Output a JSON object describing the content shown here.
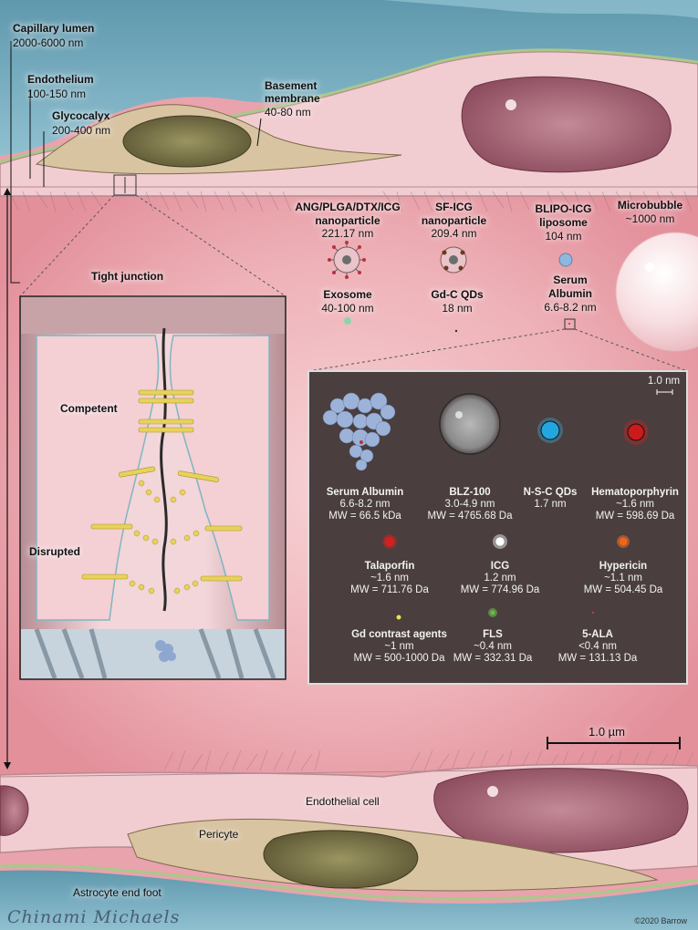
{
  "labels": {
    "capillary_lumen": {
      "title": "Capillary lumen",
      "size": "2000-6000 nm"
    },
    "endothelium": {
      "title": "Endothelium",
      "size": "100-150 nm"
    },
    "glycocalyx": {
      "title": "Glycocalyx",
      "size": "200-400 nm"
    },
    "basement_membrane": {
      "title1": "Basement",
      "title2": "membrane",
      "size": "40-80 nm"
    },
    "tight_junction": "Tight junction",
    "competent": "Competent",
    "disrupted": "Disrupted",
    "endothelial_cell": "Endothelial cell",
    "pericyte": "Pericyte",
    "astrocyte": "Astrocyte end foot",
    "scale_bar": "1.0 µm",
    "inset_scale": "1.0 nm",
    "signature": "Chinami Michaels",
    "copyright": "©2020 Barrow"
  },
  "nanoparticles": [
    {
      "name1": "ANG/PLGA/DTX/ICG",
      "name2": "nanoparticle",
      "size": "221.17 nm"
    },
    {
      "name1": "SF-ICG",
      "name2": "nanoparticle",
      "size": "209.4 nm"
    },
    {
      "name1": "BLIPO-ICG",
      "name2": "liposome",
      "size": "104 nm"
    },
    {
      "name1": "Microbubble",
      "size": "~1000 nm"
    },
    {
      "name1": "Exosome",
      "size": "40-100 nm"
    },
    {
      "name1": "Gd-C QDs",
      "size": "18 nm"
    },
    {
      "name1": "Serum",
      "name2": "Albumin",
      "size": "6.6-8.2 nm"
    }
  ],
  "inset_agents": [
    {
      "name": "Serum Albumin",
      "size": "6.6-8.2 nm",
      "mw": "MW = 66.5 kDa"
    },
    {
      "name": "BLZ-100",
      "size": "3.0-4.9 nm",
      "mw": "MW = 4765.68 Da"
    },
    {
      "name": "N-S-C QDs",
      "size": "1.7 nm"
    },
    {
      "name": "Hematoporphyrin",
      "size": "~1.6 nm",
      "mw": "MW = 598.69 Da"
    },
    {
      "name": "Talaporfin",
      "size": "~1.6 nm",
      "mw": "MW = 711.76 Da"
    },
    {
      "name": "ICG",
      "size": "1.2 nm",
      "mw": "MW = 774.96 Da"
    },
    {
      "name": "Hypericin",
      "size": "~1.1 nm",
      "mw": "MW = 504.45 Da"
    },
    {
      "name": "Gd contrast agents",
      "size": "~1 nm",
      "mw": "MW = 500-1000 Da"
    },
    {
      "name": "FLS",
      "size": "~0.4 nm",
      "mw": "MW = 332.31 Da"
    },
    {
      "name": "5-ALA",
      "size": "<0.4 nm",
      "mw": "MW = 131.13 Da"
    }
  ]
}
